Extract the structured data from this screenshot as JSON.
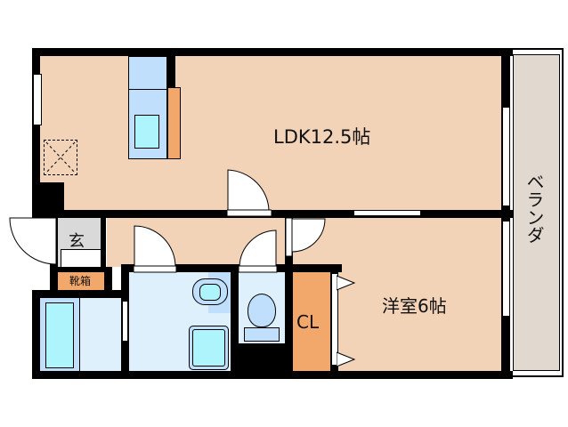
{
  "floorplan": {
    "rooms": [
      {
        "id": "ldk",
        "label": "LDK12.5帖"
      },
      {
        "id": "western",
        "label": "洋室6帖"
      },
      {
        "id": "closet",
        "label": "CL"
      },
      {
        "id": "entrance",
        "label": "玄"
      },
      {
        "id": "shoe_box",
        "label": "靴箱"
      },
      {
        "id": "veranda",
        "label": "ベランダ"
      }
    ],
    "colors": {
      "living_floor": "#f2d3b8",
      "wet_floor": "#ddf0fc",
      "closet": "#f2a86a",
      "veranda": "#e1d8d0",
      "entrance": "#d9d9d9",
      "wall": "#000000"
    }
  }
}
